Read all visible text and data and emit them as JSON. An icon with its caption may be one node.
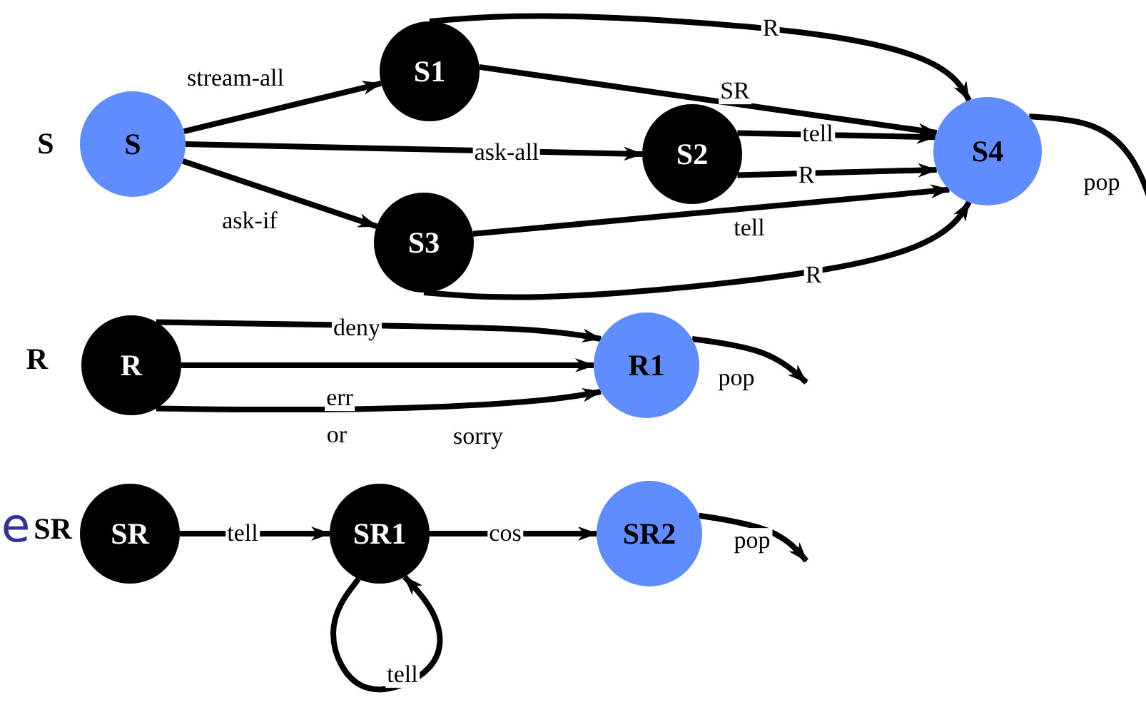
{
  "diagram": {
    "nodes": [
      {
        "text": [
          "S"
        ],
        "beside": [
          "S"
        ]
      },
      {
        "text": [
          "S1"
        ]
      },
      {
        "text": [
          "S2"
        ]
      },
      {
        "text": [
          "S3"
        ]
      },
      {
        "text": [
          "S4"
        ]
      },
      {
        "text": [
          "R"
        ],
        "beside": [
          "R"
        ]
      },
      {
        "text": [
          "R1"
        ]
      },
      {
        "text": [
          "SR"
        ],
        "beside": [
          "SR"
        ]
      },
      {
        "text": [
          "SR1"
        ]
      },
      {
        "text": [
          "SR2"
        ]
      }
    ],
    "edges": [
      {
        "from": 0,
        "to": 1,
        "arrow": "to",
        "label": "stream-all"
      },
      {
        "from": 0,
        "to": 2,
        "arrow": "to",
        "label": "ask-all"
      },
      {
        "from": 0,
        "to": 3,
        "arrow": "to",
        "label": "ask-if"
      },
      {
        "from": 1,
        "to": 4,
        "arrow": "to",
        "label": "R"
      },
      {
        "from": 1,
        "to": 4,
        "arrow": "to",
        "label": "SR"
      },
      {
        "from": 2,
        "to": 4,
        "arrow": "to",
        "label": "tell"
      },
      {
        "from": 2,
        "to": 4,
        "arrow": "to",
        "label": "R"
      },
      {
        "from": 3,
        "to": 4,
        "arrow": "to",
        "label": "tell"
      },
      {
        "from": 3,
        "to": 4,
        "arrow": "to",
        "label": "R"
      },
      {
        "from": 4,
        "to": null,
        "arrow": "none",
        "label": "pop"
      },
      {
        "from": 5,
        "to": 6,
        "arrow": "to",
        "label": "deny"
      },
      {
        "from": 5,
        "to": 6,
        "arrow": "to",
        "label": "err"
      },
      {
        "from": 5,
        "to": 6,
        "arrow": "to",
        "label": "sorry"
      },
      {
        "from": 6,
        "to": null,
        "arrow": "to",
        "label": "pop"
      },
      {
        "from": 7,
        "to": 8,
        "arrow": "to",
        "label": "tell"
      },
      {
        "from": 8,
        "to": 9,
        "arrow": "to",
        "label": "cos"
      },
      {
        "from": 8,
        "to": 8,
        "arrow": "to",
        "label": "tell"
      },
      {
        "from": 9,
        "to": null,
        "arrow": "to",
        "label": "pop"
      }
    ],
    "labels": [
      "e",
      "or"
    ]
  }
}
